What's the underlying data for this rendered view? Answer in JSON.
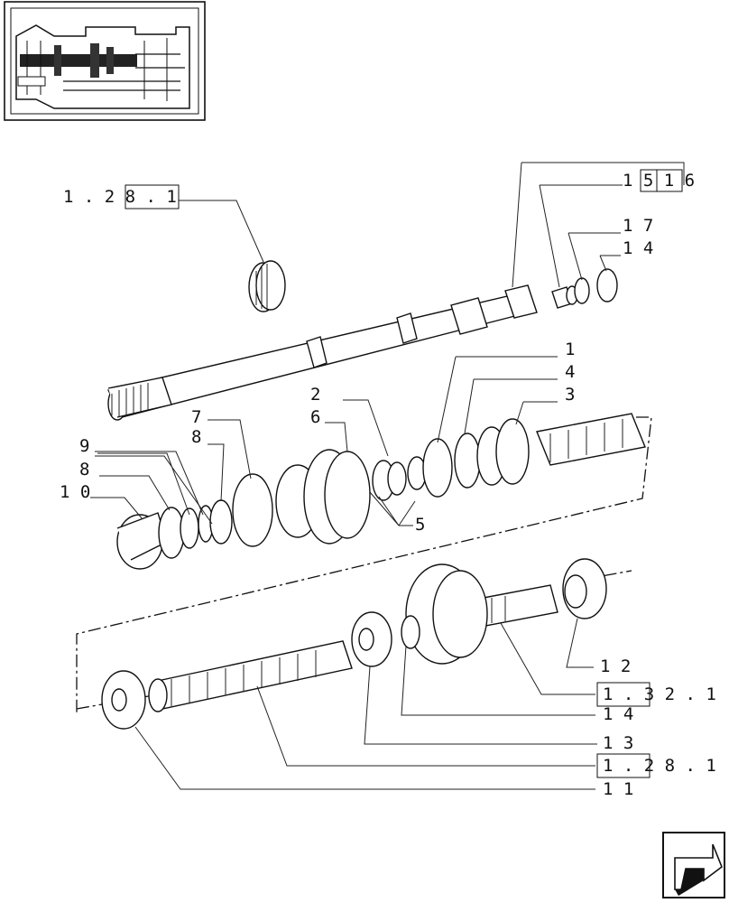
{
  "diagram": {
    "labels": {
      "ref_1_28_1_top": "1 . 2 8 . 1",
      "ref_15_16": "1 5 1 6",
      "n17": "1 7",
      "n14_top": "1 4",
      "n1": "1",
      "n4": "4",
      "n2": "2",
      "n3": "3",
      "n6": "6",
      "n7": "7",
      "n8_upper": "8",
      "n9": "9",
      "n8_lower": "8",
      "n10": "1 0",
      "n5": "5",
      "n12": "1 2",
      "ref_1_32_1": "1 . 3 2 . 1",
      "n14_bottom": "1 4",
      "n13": "1 3",
      "ref_1_28_1_bottom": "1 . 2 8 . 1",
      "n11": "1 1"
    },
    "icons": [
      "transmission-thumbnail-icon",
      "next-page-arrow-icon"
    ]
  }
}
